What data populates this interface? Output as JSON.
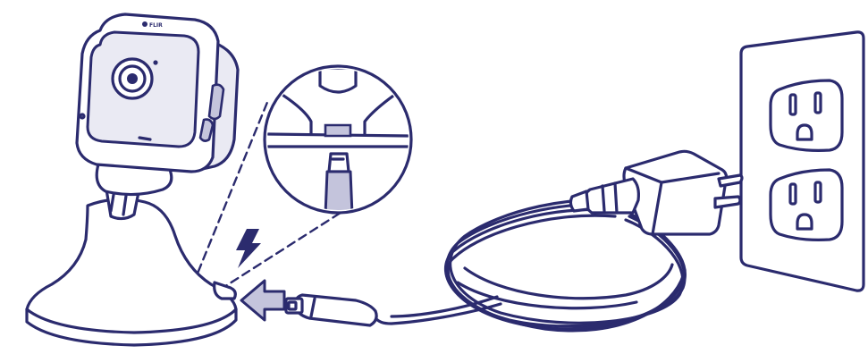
{
  "camera": {
    "brand_text": "FLIR"
  },
  "colors": {
    "line": "#2b2b6e",
    "gray_fill": "#c4c4dc",
    "light_fill": "#eaeaf3",
    "background": "#ffffff"
  },
  "icons": {
    "power": "lightning-bolt",
    "insert_direction": "arrow-left"
  }
}
